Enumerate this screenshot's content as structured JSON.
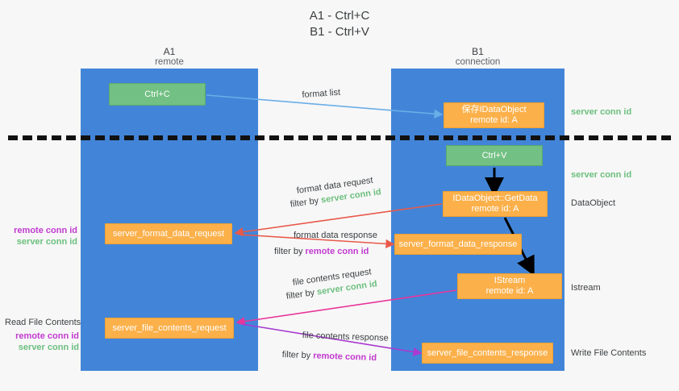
{
  "title": {
    "line1": "A1 - Ctrl+C",
    "line2": "B1 - Ctrl+V"
  },
  "lanes": [
    {
      "id": "a1",
      "name": "A1",
      "sub": "remote"
    },
    {
      "id": "b1",
      "name": "B1",
      "sub": "connection"
    }
  ],
  "nodes": {
    "ctrl_c": {
      "line1": "Ctrl+C",
      "line2": ""
    },
    "save_idataobject": {
      "line1": "保存IDataObject",
      "line2": "remote id: A"
    },
    "ctrl_v": {
      "line1": "Ctrl+V",
      "line2": ""
    },
    "getdata": {
      "line1": "IDataObject::GetData",
      "line2": "remote id: A"
    },
    "istream": {
      "line1": "IStream",
      "line2": "remote id: A"
    },
    "fmt_req": {
      "line1": "server_format_data_request",
      "line2": ""
    },
    "fmt_resp": {
      "line1": "server_format_data_response",
      "line2": ""
    },
    "file_req": {
      "line1": "server_file_contents_request",
      "line2": ""
    },
    "file_resp": {
      "line1": "server_file_contents_response",
      "line2": ""
    }
  },
  "edge_labels": {
    "format_list": "format list",
    "fmt_data_request": "format data request",
    "fmt_data_request_filter_prefix": "filter by ",
    "fmt_data_request_filter_value": "server conn id",
    "fmt_data_response": "format data response",
    "fmt_data_response_filter_prefix": "filter by ",
    "fmt_data_response_filter_value": "remote conn id",
    "file_contents_request": "file contents request",
    "file_contents_request_filter_prefix": "filter by ",
    "file_contents_request_filter_value": "server conn id",
    "file_contents_response": "file contents response",
    "file_contents_response_filter_prefix": "filter by ",
    "file_contents_response_filter_value": "remote conn id"
  },
  "right_annotations": [
    {
      "text": "server conn id",
      "color": "green"
    },
    {
      "text": "server conn id",
      "color": "green"
    },
    {
      "text": "DataObject",
      "color": "dark"
    },
    {
      "text": "Istream",
      "color": "dark"
    },
    {
      "text": "Write File Contents",
      "color": "dark"
    }
  ],
  "left_annotations": {
    "group1": {
      "remote": "remote conn id",
      "server": "server conn id"
    },
    "group2_title": "Read File Contents",
    "group2": {
      "remote": "remote conn id",
      "server": "server conn id"
    }
  },
  "colors": {
    "lane": "#4285d8",
    "green_node": "#72c083",
    "orange_node": "#fbb04a",
    "green_text": "#6cbf7e",
    "purple_text": "#c23ad0",
    "arrow_blue": "#6aaee8",
    "arrow_red": "#e8594a",
    "arrow_pink": "#e8359a",
    "arrow_purple": "#a83ad0",
    "arrow_black": "#000000",
    "background": "#f7f7f7"
  }
}
